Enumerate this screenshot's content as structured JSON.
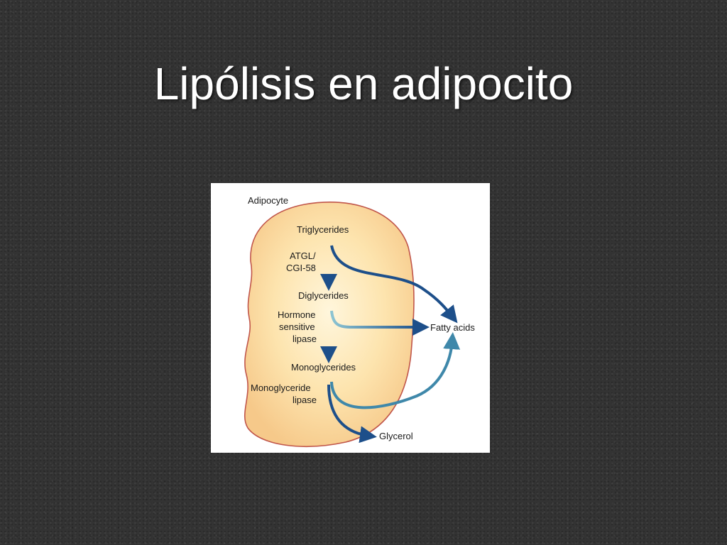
{
  "slide": {
    "title": "Lipólisis en adipocito"
  },
  "diagram": {
    "cell_label": "Adipocyte",
    "substrates": {
      "triglycerides": "Triglycerides",
      "diglycerides": "Diglycerides",
      "monoglycerides": "Monoglycerides"
    },
    "enzymes": {
      "atgl_line1": "ATGL/",
      "atgl_line2": "CGI-58",
      "hsl_line1": "Hormone",
      "hsl_line2": "sensitive",
      "hsl_line3": "lipase",
      "mgl_line1": "Monoglyceride",
      "mgl_line2": "lipase"
    },
    "products": {
      "fatty_acids": "Fatty acids",
      "glycerol": "Glycerol"
    },
    "colors": {
      "cell_fill": "#fbdca0",
      "cell_border": "#c0554a",
      "arrow_dark": "#1d4f8a",
      "arrow_light": "#6fb0c4"
    }
  }
}
